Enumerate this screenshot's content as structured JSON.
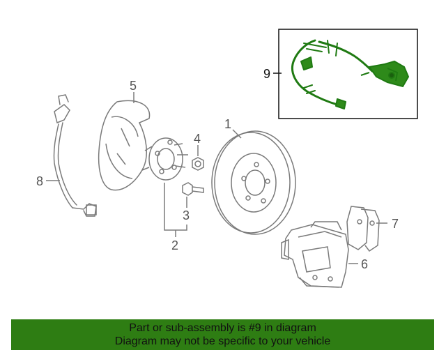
{
  "diagram": {
    "callouts": {
      "c1": "1",
      "c2": "2",
      "c3": "3",
      "c4": "4",
      "c5": "5",
      "c6": "6",
      "c7": "7",
      "c8": "8",
      "c9": "9"
    },
    "highlight_color": "#1f7a12",
    "line_color": "#7a7a7a"
  },
  "banner": {
    "line1": "Part or sub-assembly is #9 in diagram",
    "line2": "Diagram may not be specific to your vehicle",
    "background": "#2e7d13"
  }
}
